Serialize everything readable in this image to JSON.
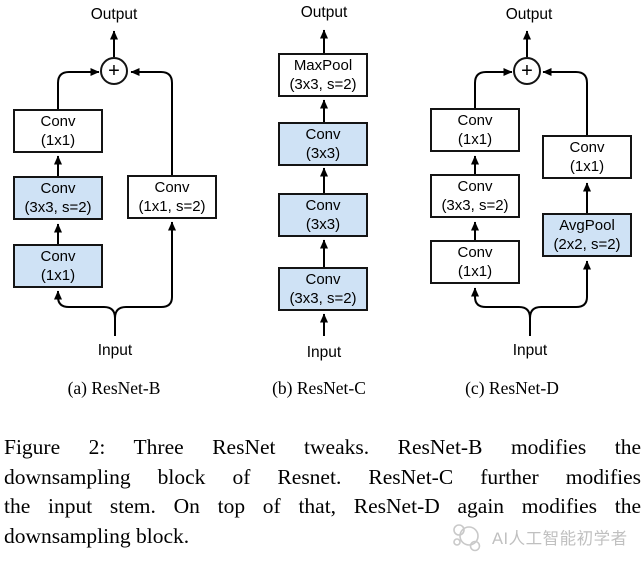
{
  "diagrams": {
    "a": {
      "output": "Output",
      "input": "Input",
      "plus": "+",
      "caption": "(a) ResNet-B",
      "boxes": [
        {
          "title": "Conv",
          "params": "(1x1)"
        },
        {
          "title": "Conv",
          "params": "(3x3, s=2)"
        },
        {
          "title": "Conv",
          "params": "(1x1)"
        },
        {
          "title": "Conv",
          "params": "(1x1, s=2)"
        }
      ]
    },
    "b": {
      "output": "Output",
      "input": "Input",
      "caption": "(b) ResNet-C",
      "boxes": [
        {
          "title": "MaxPool",
          "params": "(3x3, s=2)"
        },
        {
          "title": "Conv",
          "params": "(3x3)"
        },
        {
          "title": "Conv",
          "params": "(3x3)"
        },
        {
          "title": "Conv",
          "params": "(3x3, s=2)"
        }
      ]
    },
    "c": {
      "output": "Output",
      "input": "Input",
      "plus": "+",
      "caption": "(c) ResNet-D",
      "boxes": [
        {
          "title": "Conv",
          "params": "(1x1)"
        },
        {
          "title": "Conv",
          "params": "(3x3, s=2)"
        },
        {
          "title": "Conv",
          "params": "(1x1)"
        },
        {
          "title": "Conv",
          "params": "(1x1)"
        },
        {
          "title": "AvgPool",
          "params": "(2x2, s=2)"
        }
      ]
    }
  },
  "caption": {
    "lines": [
      "Figure 2: Three ResNet tweaks. ResNet-B modifies the",
      "downsampling block of Resnet. ResNet-C further modifies",
      "the input stem. On top of that, ResNet-D again modifies the",
      "downsampling block."
    ]
  },
  "watermark": {
    "text": "AI人工智能初学者"
  },
  "colors": {
    "highlight_fill": "#cfe2f5",
    "box_border": "#141414",
    "connector": "#000000",
    "watermark_text": "#c0c0c0"
  }
}
